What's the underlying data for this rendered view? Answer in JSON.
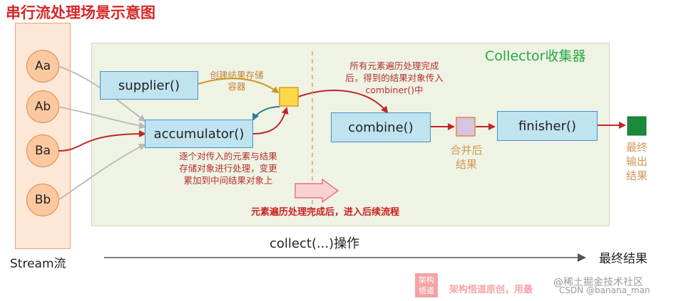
{
  "title": "串行流处理场景示意图",
  "stream": {
    "label": "Stream流",
    "elements": [
      "Aa",
      "Ab",
      "Ba",
      "Bb"
    ]
  },
  "collector": {
    "title": "Collector收集器",
    "supplier": "supplier()",
    "accumulator": "accumulator()",
    "combiner": "combine()",
    "finisher": "finisher()"
  },
  "notes": {
    "supplier_note": [
      "创建结果存储",
      "容器"
    ],
    "accumulator_note": [
      "逐个对传入的元素与结果",
      "存储对象进行处理，变更",
      "累加到中间结果对象上"
    ],
    "combiner_note": [
      "所有元素遍历处理完成",
      "后，得到的结果对象传入",
      "combiner()中"
    ],
    "merge_note": [
      "合并后",
      "结果"
    ],
    "final_note": [
      "最终",
      "输出",
      "结果"
    ],
    "flow_note": "元素遍历处理完成后，进入后续流程"
  },
  "bottom": {
    "collect_label": "collect(...)操作",
    "result_label": "最终结果"
  },
  "watermark": {
    "logo": [
      "架构",
      "悟道"
    ],
    "text": "架构悟道原创，用最",
    "community": "@稀土掘金技术社区",
    "csdn": "CSDN @banana_man"
  },
  "colors": {
    "title_red": "#d62828",
    "stream_fill": "#fde7d7",
    "element_fill": "#fbc8a0",
    "collector_fill": "#eef3e4",
    "collector_title": "#27a845",
    "func_fill": "#bfe3ef",
    "func_border": "#4a90c8",
    "result_container": "#ffd84a",
    "combined_result": "#d6c4e0",
    "final_result": "#1a8a3a",
    "arrow_red": "#c0262a",
    "arrow_gold": "#c89a1a",
    "arrow_teal": "#2e7d99",
    "arrow_grey": "#b8b8b8"
  }
}
